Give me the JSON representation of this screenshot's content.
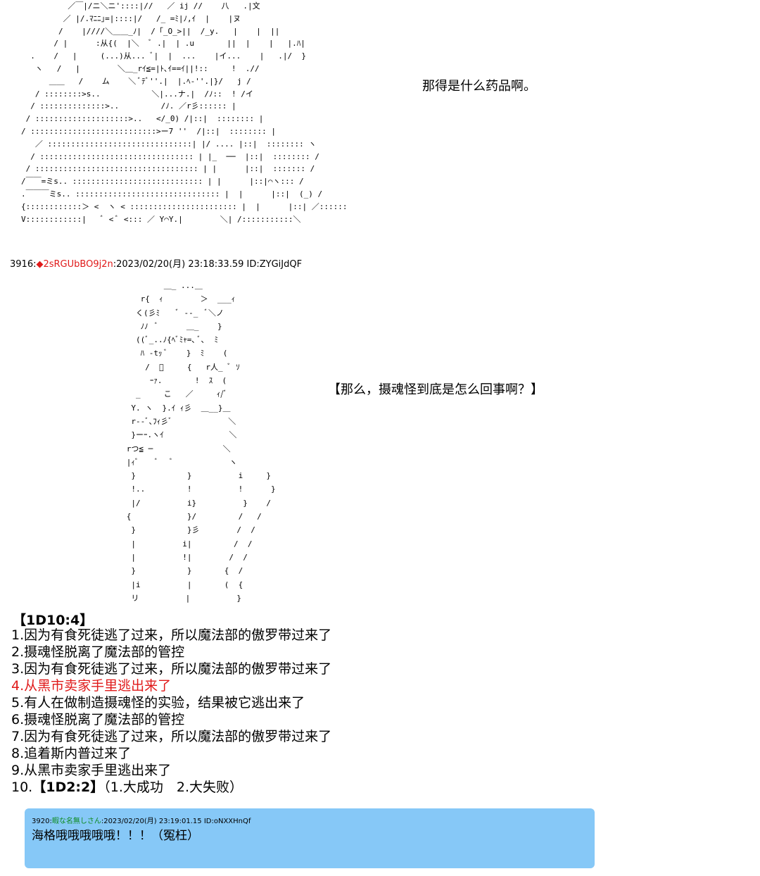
{
  "art": {
    "figure_top": "          ／￣|/ニ＼ニ'::::|//   ／ ij //    八   .|文\n         ／ |/.ﾏﾆﾆ｣=|::::|/   /_ =ﾐ|ﾉ,ｲ  |    |ヌ\n        /    |////＼＿＿_ﾉ|  /「_O_>||  /_y.   |    |  ||\n       / |      :从{(  |＼  ﾞ .|  | .u       ||  |    |   |.ﾊ|\n  .    /   |     (...)从... ﾞ|  |  ...    |イ...    |   .|/  }\n   ヽ   /   |        ＼＿_rｲ≦=|ﾄ､ｲ==ｲ||!::     !  .//\n      ＿＿   /    ム    ＼ ﾞﾃﾞ''.|  |.ﾍ-''.|}/   j /\n   / ::::::::>s..           ＼|...ナ.|  /ﾉ::  ! /イ\n  / ::::::::::::::>..         /ﾉ. ／r彡:::::: |\n / ::::::::::::::::::::>..   </_0) /|::|  :::::::: |\n/ :::::::::::::::::::::::::::>ー7 ''  /|::|  :::::::: |\n   ／ :::::::::::::::::::::::::::::::| |/ .... |::|  :::::::: ヽ\n  / ::::::::::::::::::::::::::::::::: | |_  ──  |::|  :::::::: /\n / ::::::::::::::::::::::::::::::::::: | |      |::|  ::::::: /\n/￣￣=ミs.. :::::::::::::::::::::::::::: | |      |::|⌒ヽ::: /\n.￣￣￣ミs.. ::::::::::::::::::::::::::::::: |  |      |::|  (_) /\n{::::::::::::＞ <  ヽ < ::::::::::::::::::::::: |  |      |::| ／::::::\nV::::::::::::|   ﾞ < ﾞ <::: ／ Y⌒Y.|        ＼| /:::::::::::＼",
    "figure_bottom": "              ＿_ ...＿\n         r{  ｨ        ＞  ___ｨ\n        く(彡ﾐ    ﾞ ‐-_  ﾞ＼ノ\n         ﾉﾉ  ﾞ      ＿_    }\n        ((ﾞ_..ﾉ{ﾍﾞﾐｬ=､ ﾞ､  ﾐ\n         ﾊ -tｯ ﾞ    }  ﾐ    (\n          /  ﾞ     {   r人_ ﾞ ｿ\n           ｰｧ.       !  ｽ  (\n        _     こ   ／     ｨ/ﾞ\n       Y. ヽ  }.ｲ ｨ彡  ＿__}＿\n       r-‐ﾞ､ﾌｨ彡ﾞ            ＼\n       }ーｰ.ヽｲ              ＼\n      rつ≦ ─               ＼\n      |ｨﾞ    ﾞ   ﾞ            ヽ\n       }           }          i     }\n       !..         !          !      }\n       |/          i}          }    /\n      {            }/         /   /\n       }           }彡        /  /\n       |          i|         /  /\n       |          !|        /  /\n       }           }       {  /\n       |i          |       (  {\n       リ          |          }"
  },
  "dialog": {
    "line1": "那得是什么药品啊。",
    "line2": "【那么，摄魂怪到底是怎么回事啊？】"
  },
  "post": {
    "number": "3916",
    "trip": "◆2sRGUbBO9j2n",
    "datetime": "2023/02/20(月) 23:18:33.59",
    "id": "ID:ZYGiJdQF"
  },
  "roll": {
    "title": "【1D10:4】",
    "items": [
      "1.因为有食死徒逃了过来，所以魔法部的傲罗带过来了",
      "2.摄魂怪脱离了魔法部的管控",
      "3.因为有食死徒逃了过来，所以魔法部的傲罗带过来了",
      "4.从黑市卖家手里逃出来了",
      "5.有人在做制造摄魂怪的实验，结果被它逃出来了",
      "6.摄魂怪脱离了魔法部的管控",
      "7.因为有食死徒逃了过来，所以魔法部的傲罗带过来了",
      "8.追着斯内普过来了",
      "9.从黑市卖家手里逃出来了"
    ],
    "item10_prefix": "10.",
    "item10_bold": "【1D2:2】",
    "item10_suffix": "（1.大成功　2.大失败）",
    "highlight_color": "#e01a1a"
  },
  "reply": {
    "number": "3920",
    "name": "暇な名無しさん",
    "datetime": "2023/02/20(月) 23:19:01.15",
    "id": "ID:oNXXHnQf",
    "body": "海格哦哦哦哦哦！！！（冤枉）",
    "box_color": "#86c8f7",
    "name_color": "#0d8a1f"
  }
}
